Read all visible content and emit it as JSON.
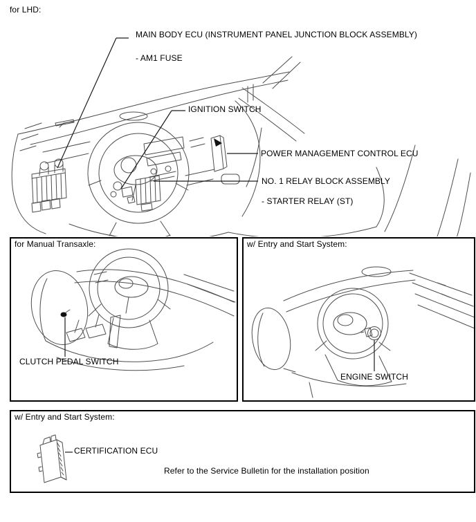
{
  "page": {
    "heading": "for LHD:"
  },
  "colors": {
    "background": "#ffffff",
    "text": "#000000",
    "line": "#4d4d4d",
    "leader": "#1a1a1a",
    "border": "#000000"
  },
  "main_diagram": {
    "labels": {
      "main_body_ecu": "MAIN BODY ECU (INSTRUMENT PANEL JUNCTION BLOCK ASSEMBLY)",
      "am1_fuse": "- AM1 FUSE",
      "ignition_switch": "IGNITION SWITCH",
      "power_management_ecu": "POWER MANAGEMENT CONTROL ECU",
      "relay_block": "NO. 1 RELAY BLOCK ASSEMBLY",
      "starter_relay": "- STARTER RELAY (ST)"
    }
  },
  "panels": {
    "manual_transaxle": {
      "title": "for Manual Transaxle:",
      "component": "CLUTCH PEDAL SWITCH"
    },
    "entry_start": {
      "title": "w/ Entry and Start System:",
      "component": "ENGINE SWITCH"
    },
    "certification": {
      "title": "w/ Entry and Start System:",
      "component": "CERTIFICATION ECU",
      "note": "Refer to the Service Bulletin for the installation position"
    }
  }
}
